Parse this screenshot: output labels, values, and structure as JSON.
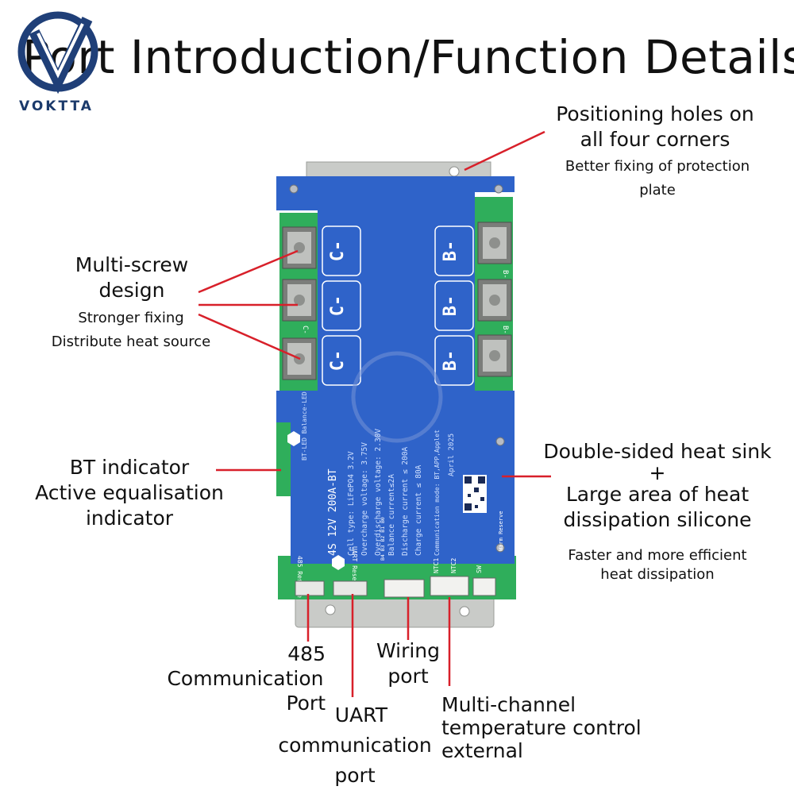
{
  "title": "Port Introduction/Function Details",
  "brand": "VOKTTA",
  "callouts": {
    "positioning": {
      "line1": "Positioning holes on",
      "line2": "all four corners",
      "sub1": "Better fixing of protection",
      "sub2": "plate"
    },
    "screw": {
      "line1": "Multi-screw",
      "line2": "design",
      "sub1": "Stronger fixing",
      "sub2": "Distribute heat source"
    },
    "bt": {
      "line1": "BT indicator",
      "line2": "Active equalisation",
      "line3": "indicator"
    },
    "heatsink": {
      "line1": "Double-sided heat sink",
      "plus": "+",
      "line2": "Large area of heat",
      "line3": "dissipation silicone",
      "sub1": "Faster and more efficient",
      "sub2": "heat dissipation"
    },
    "port485": {
      "line1": "485",
      "line2": "Communication",
      "line3": "Port"
    },
    "uart": {
      "line1": "UART",
      "line2": "communication",
      "line3": "port"
    },
    "wiring": {
      "line1": "Wiring",
      "line2": "port"
    },
    "temp": {
      "line1": "Multi-channel",
      "line2": "temperature control",
      "line3": "external"
    }
  },
  "board": {
    "pads_left": [
      "C-",
      "C-",
      "C-"
    ],
    "pads_right": [
      "B-",
      "B-",
      "B-"
    ],
    "pcb_labels_left": [
      "C-",
      "C-"
    ],
    "pcb_labels_right": [
      "B-",
      "B-"
    ],
    "model": "4S 12V 200A-BT",
    "specs": [
      "Cell type: LiFePO4 3.2V",
      "Overcharge voltage: 3.75V",
      "Overdischarge voltage: 2.30V",
      "Balance current≤2A",
      "Discharge current ≤ 200A",
      "Charge current ≤ 80A"
    ],
    "comm_mode": "Communication mode: BT,APP,Applet",
    "date": "April 2025",
    "led_label": "BT-LED Balance-LED",
    "port_labels": [
      "485 Reserve",
      "UART Reserve",
      "B4 B3 B2 B1 B0",
      "NTC1",
      "NTC2",
      "SW",
      "Warm Reserve"
    ]
  },
  "colors": {
    "plate": "#2f63c9",
    "pcb": "#2fae5b",
    "callout_line": "#d8202a",
    "metal": "#c9cbc8"
  }
}
